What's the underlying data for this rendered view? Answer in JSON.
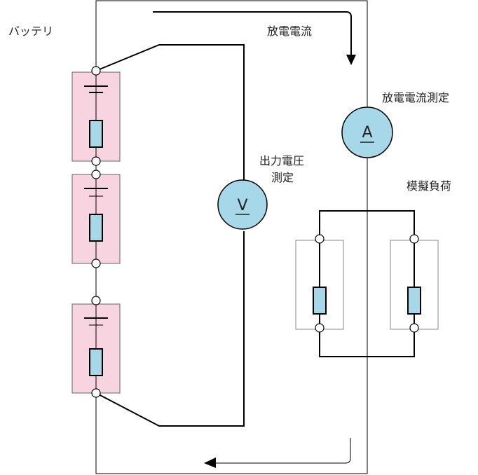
{
  "labels": {
    "battery": "バッテリ",
    "discharge_current": "放電電流",
    "discharge_current_measurement": "放電電流測定",
    "output_voltage_measurement_line1": "出力電圧",
    "output_voltage_measurement_line2": "測定",
    "simulated_load": "模擬負荷"
  },
  "meters": {
    "ammeter_symbol": "A",
    "voltmeter_symbol": "V"
  },
  "colors": {
    "cell_fill": "#f8d3e0",
    "component_fill": "#a6d8ea",
    "wire": "#000000"
  }
}
